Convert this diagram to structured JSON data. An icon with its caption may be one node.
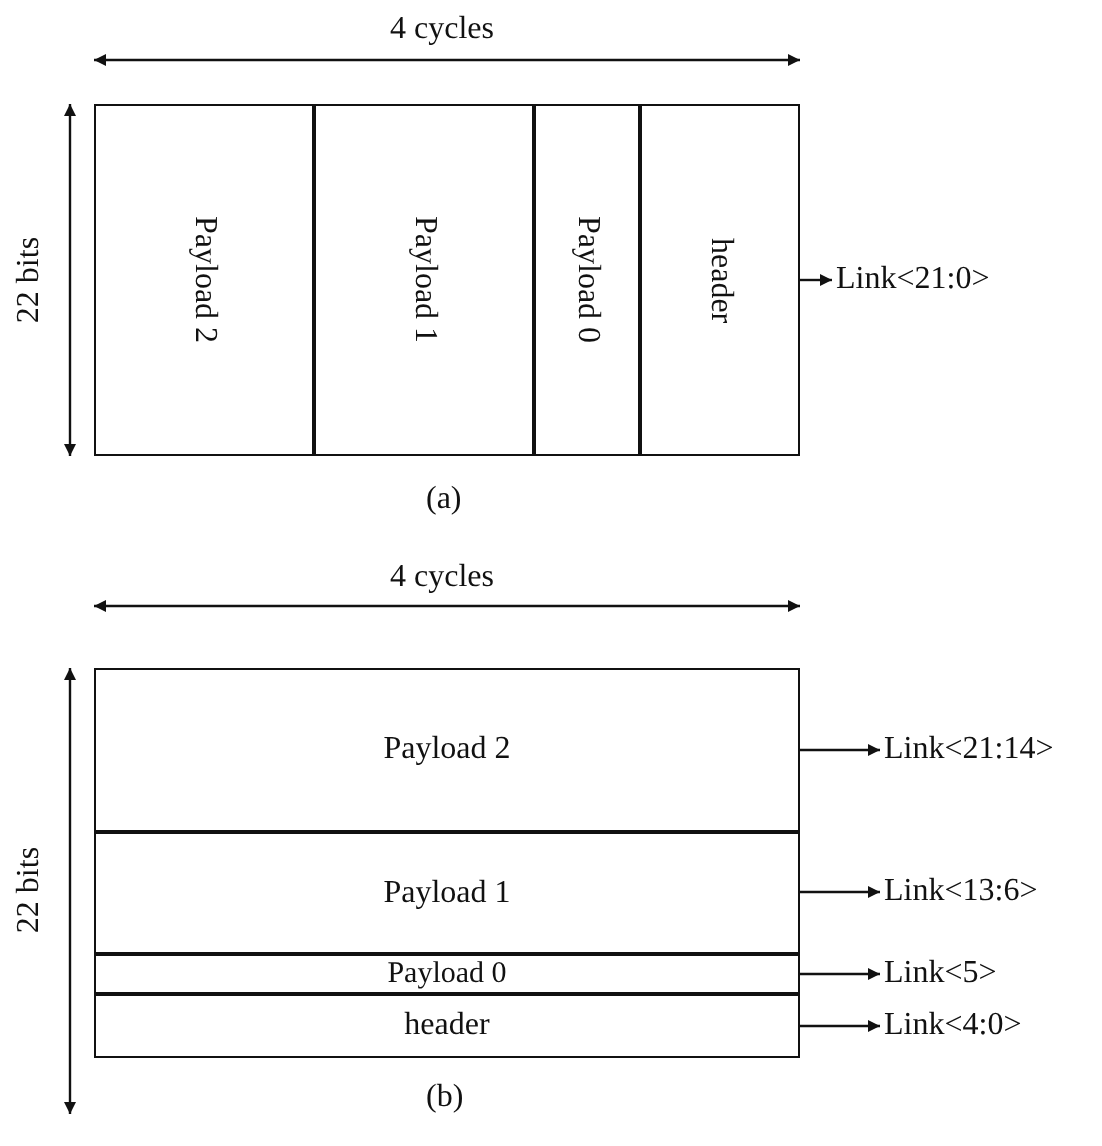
{
  "diagram": {
    "nodes": [
      {
        "text": [
          "Payload 2"
        ]
      },
      {
        "text": [
          "Payload 1"
        ]
      },
      {
        "text": [
          "Payload 0"
        ]
      },
      {
        "text": [
          "header"
        ]
      },
      {
        "text": [
          "Link<21:0>"
        ]
      },
      {
        "text": [
          "Payload 2"
        ]
      },
      {
        "text": [
          "Payload 1"
        ]
      },
      {
        "text": [
          "Payload 0"
        ]
      },
      {
        "text": [
          "header"
        ]
      },
      {
        "text": [
          "Link<21:14>"
        ]
      },
      {
        "text": [
          "Link<13:6>"
        ]
      },
      {
        "text": [
          "Link<5>"
        ]
      },
      {
        "text": [
          "Link<4:0>"
        ]
      }
    ],
    "edges": [
      {
        "from": 3,
        "to": 4,
        "arrow": "to"
      },
      {
        "from": 5,
        "to": 9,
        "arrow": "to"
      },
      {
        "from": 6,
        "to": 10,
        "arrow": "to"
      },
      {
        "from": 7,
        "to": 11,
        "arrow": "to"
      },
      {
        "from": 8,
        "to": 12,
        "arrow": "to"
      }
    ],
    "labels": [
      "4 cycles",
      "22 bits",
      "(a)",
      "4 cycles",
      "22 bits",
      "(b)"
    ]
  }
}
